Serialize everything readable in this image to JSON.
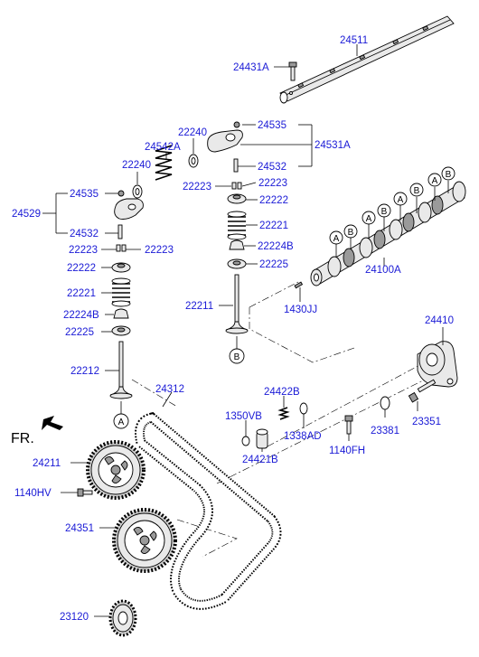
{
  "labels": {
    "p24511": "24511",
    "p24431A": "24431A",
    "p22240_top": "22240",
    "p24535_top": "24535",
    "p24531A": "24531A",
    "p24542A": "24542A",
    "p24532_top": "24532",
    "p22240_left": "22240",
    "p22223_mid": "22223",
    "p22223_mid2": "22223",
    "p22222_mid": "22222",
    "p24535_left": "24535",
    "p24529": "24529",
    "p22221_mid": "22221",
    "p24532_left": "24532",
    "p22223_left": "22223",
    "p22223_left2": "22223",
    "p22224B_mid": "22224B",
    "p22222_left": "22222",
    "p22225_mid": "22225",
    "p24100A": "24100A",
    "p22221_left": "22221",
    "p22211": "22211",
    "p1430JJ": "1430JJ",
    "p22224B_left": "22224B",
    "p22225_left": "22225",
    "p24410": "24410",
    "p22212": "22212",
    "p24312": "24312",
    "p24422B": "24422B",
    "p1350VB": "1350VB",
    "p1338AD": "1338AD",
    "p23381": "23381",
    "p23351": "23351",
    "fr": "FR.",
    "p24211": "24211",
    "p24421B": "24421B",
    "p1140FH": "1140FH",
    "p1140HV": "1140HV",
    "p24351": "24351",
    "p23120": "23120"
  },
  "markers": {
    "a": "A",
    "b": "B"
  }
}
